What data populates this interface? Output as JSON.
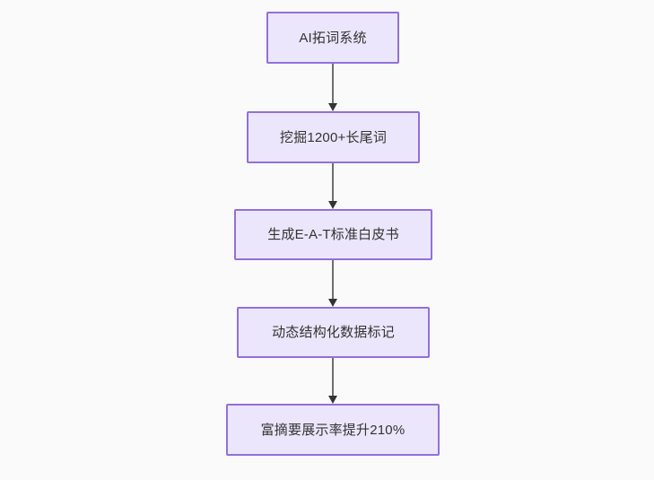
{
  "diagram": {
    "type": "flowchart",
    "direction": "top-to-bottom",
    "background_color": "#fafafa",
    "node_fill_color": "#ebe6fb",
    "node_border_color": "#9370db",
    "node_text_color": "#333333",
    "edge_color": "#6e6e6e",
    "arrowhead_color": "#333333",
    "nodes": [
      {
        "id": "n1",
        "label": "AI拓词系统"
      },
      {
        "id": "n2",
        "label": "挖掘1200+长尾词"
      },
      {
        "id": "n3",
        "label": "生成E-A-T标准白皮书"
      },
      {
        "id": "n4",
        "label": "动态结构化数据标记"
      },
      {
        "id": "n5",
        "label": "富摘要展示率提升210%"
      }
    ],
    "edges": [
      {
        "id": "e1",
        "from": "n1",
        "to": "n2",
        "label": ""
      },
      {
        "id": "e2",
        "from": "n2",
        "to": "n3",
        "label": ""
      },
      {
        "id": "e3",
        "from": "n3",
        "to": "n4",
        "label": ""
      },
      {
        "id": "e4",
        "from": "n4",
        "to": "n5",
        "label": ""
      }
    ]
  }
}
